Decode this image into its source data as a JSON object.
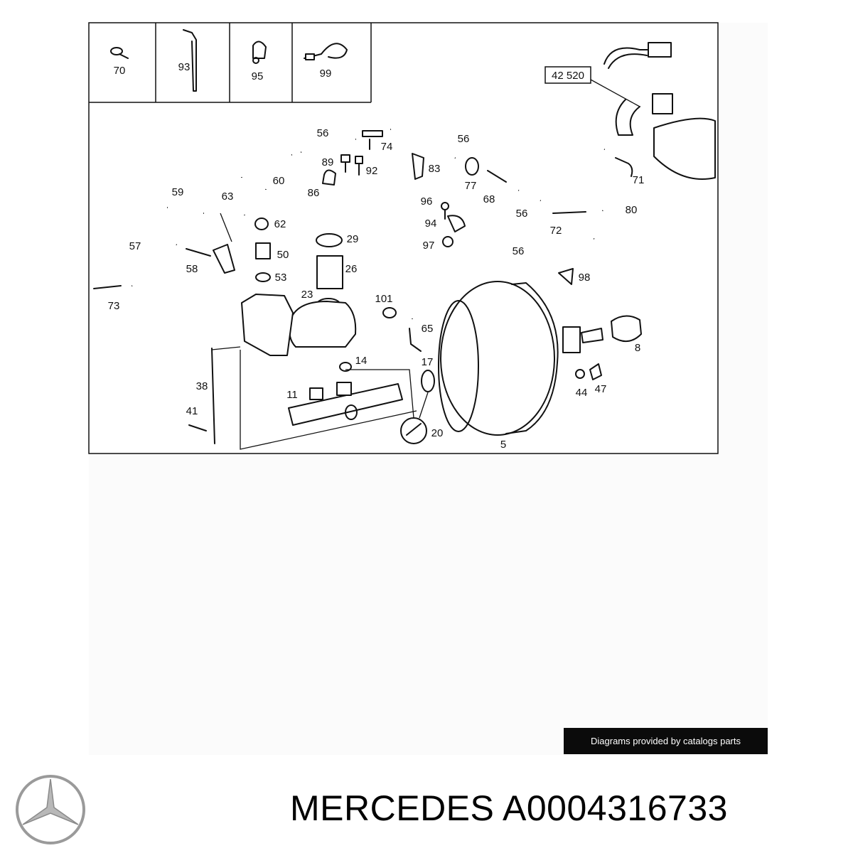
{
  "legend_labels": [
    "70",
    "93",
    "95",
    "99"
  ],
  "callout_label": "42 520",
  "part_labels": [
    "56",
    "74",
    "56",
    "89",
    "92",
    "83",
    "60",
    "63",
    "86",
    "77",
    "71",
    "59",
    "68",
    "96",
    "62",
    "80",
    "56",
    "72",
    "94",
    "57",
    "29",
    "50",
    "97",
    "56",
    "58",
    "26",
    "98",
    "53",
    "73",
    "23",
    "101",
    "65",
    "8",
    "14",
    "17",
    "38",
    "44",
    "47",
    "11",
    "41",
    "20",
    "5"
  ],
  "footer_note": "Diagrams provided by catalogs parts",
  "brand": "MERCEDES",
  "part_number": "A0004316733"
}
